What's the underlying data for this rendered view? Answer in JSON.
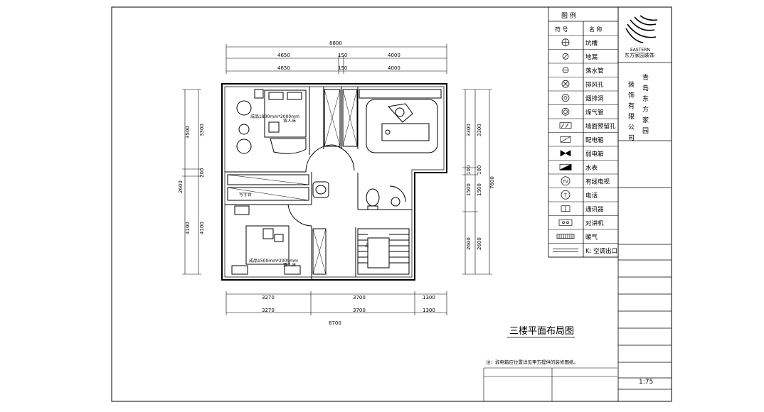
{
  "title": "三楼平面布局图",
  "note": "注：弱电箱应位置详见甲方提供的装修图纸。",
  "legend": {
    "header": "图 例",
    "col_symbol": "符 号",
    "col_name": "名 称",
    "items": [
      {
        "icon": "pit-grille-icon",
        "name": "坑槽"
      },
      {
        "icon": "floor-drain-icon",
        "name": "地漏"
      },
      {
        "icon": "downpipe-icon",
        "name": "落水管"
      },
      {
        "icon": "vent-hole-icon",
        "name": "排风孔"
      },
      {
        "icon": "smoke-exhaust-icon",
        "name": "烟排洞"
      },
      {
        "icon": "gas-pipe-icon",
        "name": "煤气管"
      },
      {
        "icon": "wall-opening-icon",
        "name": "墙面预留孔"
      },
      {
        "icon": "distribution-box-icon",
        "name": "配电箱"
      },
      {
        "icon": "weak-current-box-icon",
        "name": "弱电箱"
      },
      {
        "icon": "water-meter-icon",
        "name": "水表"
      },
      {
        "icon": "cable-tv-icon",
        "name": "有线电视"
      },
      {
        "icon": "telephone-icon",
        "name": "电话"
      },
      {
        "icon": "communicator-icon",
        "name": "通讯器"
      },
      {
        "icon": "intercom-icon",
        "name": "对讲机"
      },
      {
        "icon": "radiator-icon",
        "name": "暖气"
      },
      {
        "icon": "ac-outlet-icon",
        "name": "K: 空调出口"
      }
    ]
  },
  "company": {
    "logo_text": "EASTERN",
    "name_small": "东方家园装饰",
    "name_vertical_right": "青岛东方家园",
    "name_vertical_left": "装饰有限公司",
    "scale": "1:75"
  },
  "dimensions": {
    "top_total": "8800",
    "top_row1": [
      "4650",
      "150",
      "4000"
    ],
    "top_row2": [
      "4650",
      "150",
      "4000"
    ],
    "bottom_row1": [
      "3270",
      "3700",
      "1300"
    ],
    "bottom_row2": [
      "3270",
      "3700",
      "1300"
    ],
    "bottom_total": "8700",
    "left_outer": [
      "3500",
      "2600",
      "4100"
    ],
    "left_inner": [
      "3300",
      "200",
      "4100"
    ],
    "right_inner": [
      "3300",
      "100",
      "1500",
      "2600"
    ],
    "right_outer": [
      "3300",
      "100",
      "1500",
      "2600"
    ],
    "right_total": "7600"
  },
  "rooms": {
    "bed1_label": "成品1800mm*2000mm",
    "bed1_tag": "双人床",
    "bed2_label": "成品1500mm*2000mm",
    "bed2_tag": "双人床",
    "desk_label": "写字台",
    "stair_label": "上"
  }
}
